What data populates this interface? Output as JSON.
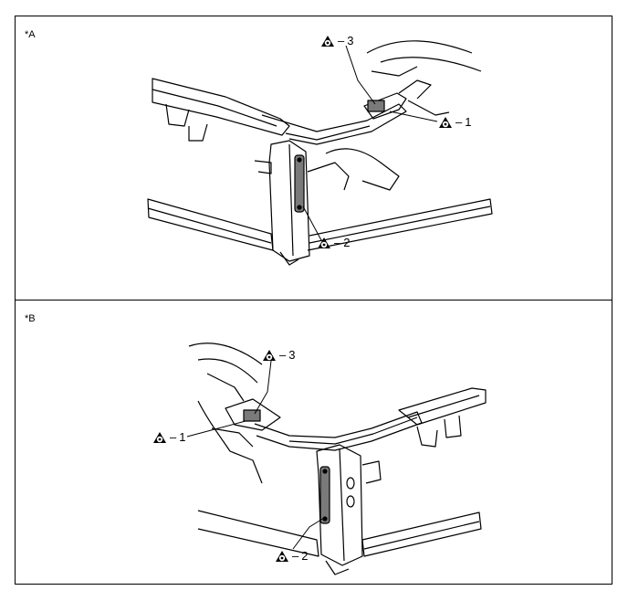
{
  "panels": [
    {
      "label": "*A",
      "callouts": [
        {
          "id": "3",
          "text": "3",
          "icon": "torque-symbol-icon"
        },
        {
          "id": "1",
          "text": "1",
          "icon": "torque-symbol-icon"
        },
        {
          "id": "2",
          "text": "2",
          "icon": "torque-symbol-icon"
        }
      ]
    },
    {
      "label": "*B",
      "callouts": [
        {
          "id": "3",
          "text": "3",
          "icon": "torque-symbol-icon"
        },
        {
          "id": "1",
          "text": "1",
          "icon": "torque-symbol-icon"
        },
        {
          "id": "2",
          "text": "2",
          "icon": "torque-symbol-icon"
        }
      ]
    }
  ],
  "symbols": {
    "dash": "–"
  },
  "colors": {
    "line": "#000000",
    "highlight": "#7a7a7a",
    "background": "#ffffff"
  }
}
